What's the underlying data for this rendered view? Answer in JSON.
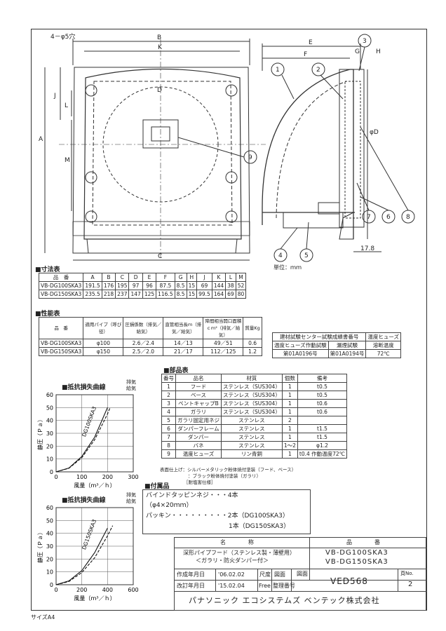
{
  "dims_table": {
    "title": "■寸法表",
    "unit": "単位：ｍｍ",
    "headers": [
      "品　番",
      "A",
      "B",
      "C",
      "D",
      "E",
      "F",
      "G",
      "H",
      "J",
      "K",
      "L",
      "M"
    ],
    "rows": [
      [
        "VB-DG100SKA3",
        "191.5",
        "176",
        "195",
        "97",
        "96",
        "87.5",
        "8.5",
        "15",
        "69",
        "144",
        "38",
        "52"
      ],
      [
        "VB-DG150SKA3",
        "235.5",
        "218",
        "237",
        "147",
        "125",
        "116.5",
        "8.5",
        "15",
        "99.5",
        "164",
        "69",
        "80"
      ]
    ]
  },
  "perf_table": {
    "title": "■性能表",
    "headers": [
      "品　番",
      "適用パイプ（呼び径）",
      "圧損係数（排気／給気）",
      "直管相当長ｍ（排気／給気）",
      "降間相当開口面積ｃｍ²（排気／給気）",
      "質量Kg"
    ],
    "rows": [
      [
        "VB-DG100SKA3",
        "φ100",
        "2.6／2.4",
        "14／13",
        "49／51",
        "0.6"
      ],
      [
        "VB-DG150SKA3",
        "φ150",
        "2.5／2.0",
        "21／17",
        "112／125",
        "1.2"
      ]
    ]
  },
  "cert_table": {
    "headers": [
      "建材試験センター試験成績書番号",
      "温度ヒューズ"
    ],
    "sub": [
      "温度ヒューズ作動試験",
      "漏煙試験",
      "溶断温度"
    ],
    "row": [
      "第01A0196号",
      "第01A0194号",
      "72℃"
    ]
  },
  "parts_table": {
    "title": "■部品表",
    "headers": [
      "番号",
      "品名",
      "材質",
      "個数",
      "備考"
    ],
    "rows": [
      [
        "1",
        "フード",
        "ステンレス（SUS304）",
        "1",
        "t0.5"
      ],
      [
        "2",
        "ベース",
        "ステンレス（SUS304）",
        "1",
        "t0.5"
      ],
      [
        "3",
        "ベントキャップB",
        "ステンレス（SUS304）",
        "1",
        "t0.6"
      ],
      [
        "4",
        "ガラリ",
        "ステンレス（SUS304）",
        "1",
        "t0.6"
      ],
      [
        "5",
        "ガラリ固定用ネジ",
        "ステンレス",
        "2",
        ""
      ],
      [
        "6",
        "ダンパーフレーム",
        "ステンレス",
        "1",
        "t1.5"
      ],
      [
        "7",
        "ダンパー",
        "ステンレス",
        "1",
        "t1.5"
      ],
      [
        "8",
        "バネ",
        "ステンレス",
        "1〜2",
        "φ1.2"
      ],
      [
        "9",
        "温度ヒューズ",
        "リン青銅",
        "1",
        "t0.4 作動温度72℃"
      ]
    ],
    "notes": [
      "表面仕上げ：シルバーメタリック粉体焼付塗装（フード、ベース）",
      "：ブラック粉体焼付塗装（ガラリ）",
      "［耐塩害仕様］"
    ]
  },
  "accessories": {
    "title": "■付属品",
    "lines": [
      "バインドタッピンネジ・・・4本",
      "（φ4×20ｍｍ）",
      "パッキン・・・・・・・・・2本（DG100SKA3）",
      "1本（DG150SKA3）"
    ]
  },
  "chart_data": [
    {
      "type": "line",
      "title": "■抵抗損失曲線",
      "legend": [
        "排気",
        "給気"
      ],
      "xlabel": "風量（ｍ³／ｈ）",
      "ylabel": "静圧（Ｐａ）",
      "xlim": [
        0,
        300
      ],
      "ylim": [
        0,
        60
      ],
      "xticks": [
        "0",
        "100",
        "200",
        "300"
      ],
      "yticks": [
        "0",
        "10",
        "20",
        "30",
        "40",
        "50",
        "60"
      ],
      "annotation": "DG100SKA3",
      "series": [
        {
          "name": "排気",
          "x": [
            0,
            50,
            100,
            150,
            200
          ],
          "y": [
            0,
            3,
            12,
            27,
            50
          ]
        },
        {
          "name": "給気",
          "x": [
            0,
            50,
            100,
            150,
            200,
            210
          ],
          "y": [
            0,
            2.8,
            11,
            25,
            45,
            50
          ]
        }
      ]
    },
    {
      "type": "line",
      "title": "■抵抗損失曲線",
      "legend": [
        "排気",
        "給気"
      ],
      "xlabel": "風量（ｍ³／ｈ）",
      "ylabel": "静圧（Ｐａ）",
      "xlim": [
        0,
        600
      ],
      "ylim": [
        0,
        60
      ],
      "xticks": [
        "0",
        "200",
        "400",
        "600"
      ],
      "yticks": [
        "0",
        "10",
        "20",
        "30",
        "40",
        "50",
        "60"
      ],
      "annotation": "DG150SKA3",
      "series": [
        {
          "name": "排気",
          "x": [
            0,
            100,
            200,
            300,
            400
          ],
          "y": [
            0,
            3,
            11,
            25,
            44
          ]
        },
        {
          "name": "給気",
          "x": [
            0,
            100,
            200,
            300,
            400,
            440
          ],
          "y": [
            0,
            2.5,
            9.5,
            21,
            38,
            46
          ]
        }
      ]
    }
  ],
  "title_block": {
    "name_header": "名　　　　称",
    "code_header": "品　　　　番",
    "name1": "深形パイプフード（ステンレス製・薄壁用）",
    "name2": "＜ガラリ・防火ダンパー付＞",
    "code1": "VB-DG100SKA3",
    "code2": "VB-DG150SKA3",
    "created_label": "作成年月日",
    "created": "'06.02.02",
    "revised_label": "改訂年月日",
    "revised": "'15.02.04",
    "scale_label": "尺度",
    "scale": "Free",
    "view_label": "図面",
    "ref_label": "整理番号",
    "drawing_no": "VED568",
    "page_label": "頁No.",
    "page": "2",
    "company": "パナソニック エコシステムズ ベンテック株式会社"
  },
  "drawing": {
    "labels": [
      "4－φ5穴",
      "B",
      "K",
      "A",
      "J",
      "L",
      "M",
      "D",
      "C",
      "E",
      "F",
      "G",
      "H",
      "φD",
      "17.8"
    ],
    "callouts": [
      "1",
      "2",
      "3",
      "4",
      "5",
      "6",
      "7",
      "8",
      "9"
    ]
  },
  "paper_size": "サイズA4"
}
